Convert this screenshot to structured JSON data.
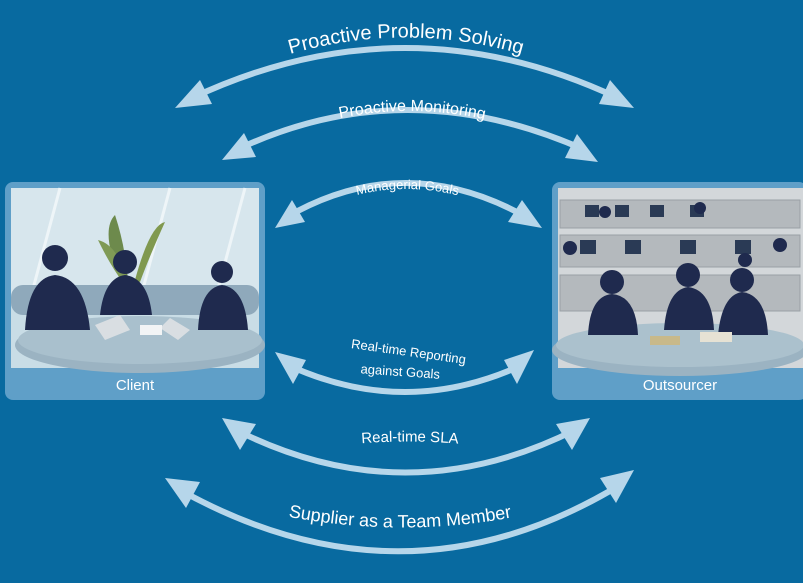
{
  "diagram": {
    "links": [
      {
        "label": "Proactive Problem Solving"
      },
      {
        "label": "Proactive Monitoring"
      },
      {
        "label": "Managerial Goals"
      },
      {
        "label": "Real-time Reporting",
        "label_line2": "against Goals"
      },
      {
        "label": "Real-time SLA"
      },
      {
        "label": "Supplier as a Team Member"
      }
    ],
    "panels": {
      "left": {
        "caption": "Client"
      },
      "right": {
        "caption": "Outsourcer"
      }
    }
  },
  "colors": {
    "background": "#086aa0",
    "arrow": "#b6d6ea",
    "panel_caption_bg": "#5f9fc8",
    "text": "#ffffff"
  }
}
